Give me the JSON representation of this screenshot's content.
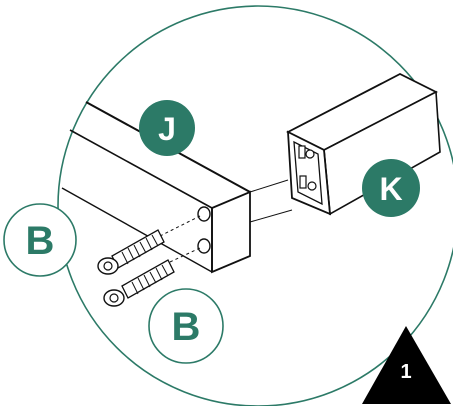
{
  "diagram": {
    "parts": {
      "rail_j": {
        "label": "J"
      },
      "rail_k": {
        "label": "K"
      }
    },
    "callouts": {
      "bolt_left": {
        "label": "B"
      },
      "bolt_bottom": {
        "label": "B"
      }
    },
    "step": {
      "number": "1"
    }
  },
  "colors": {
    "accent": "#2c7a67",
    "outline": "#111111",
    "background": "#ffffff"
  }
}
